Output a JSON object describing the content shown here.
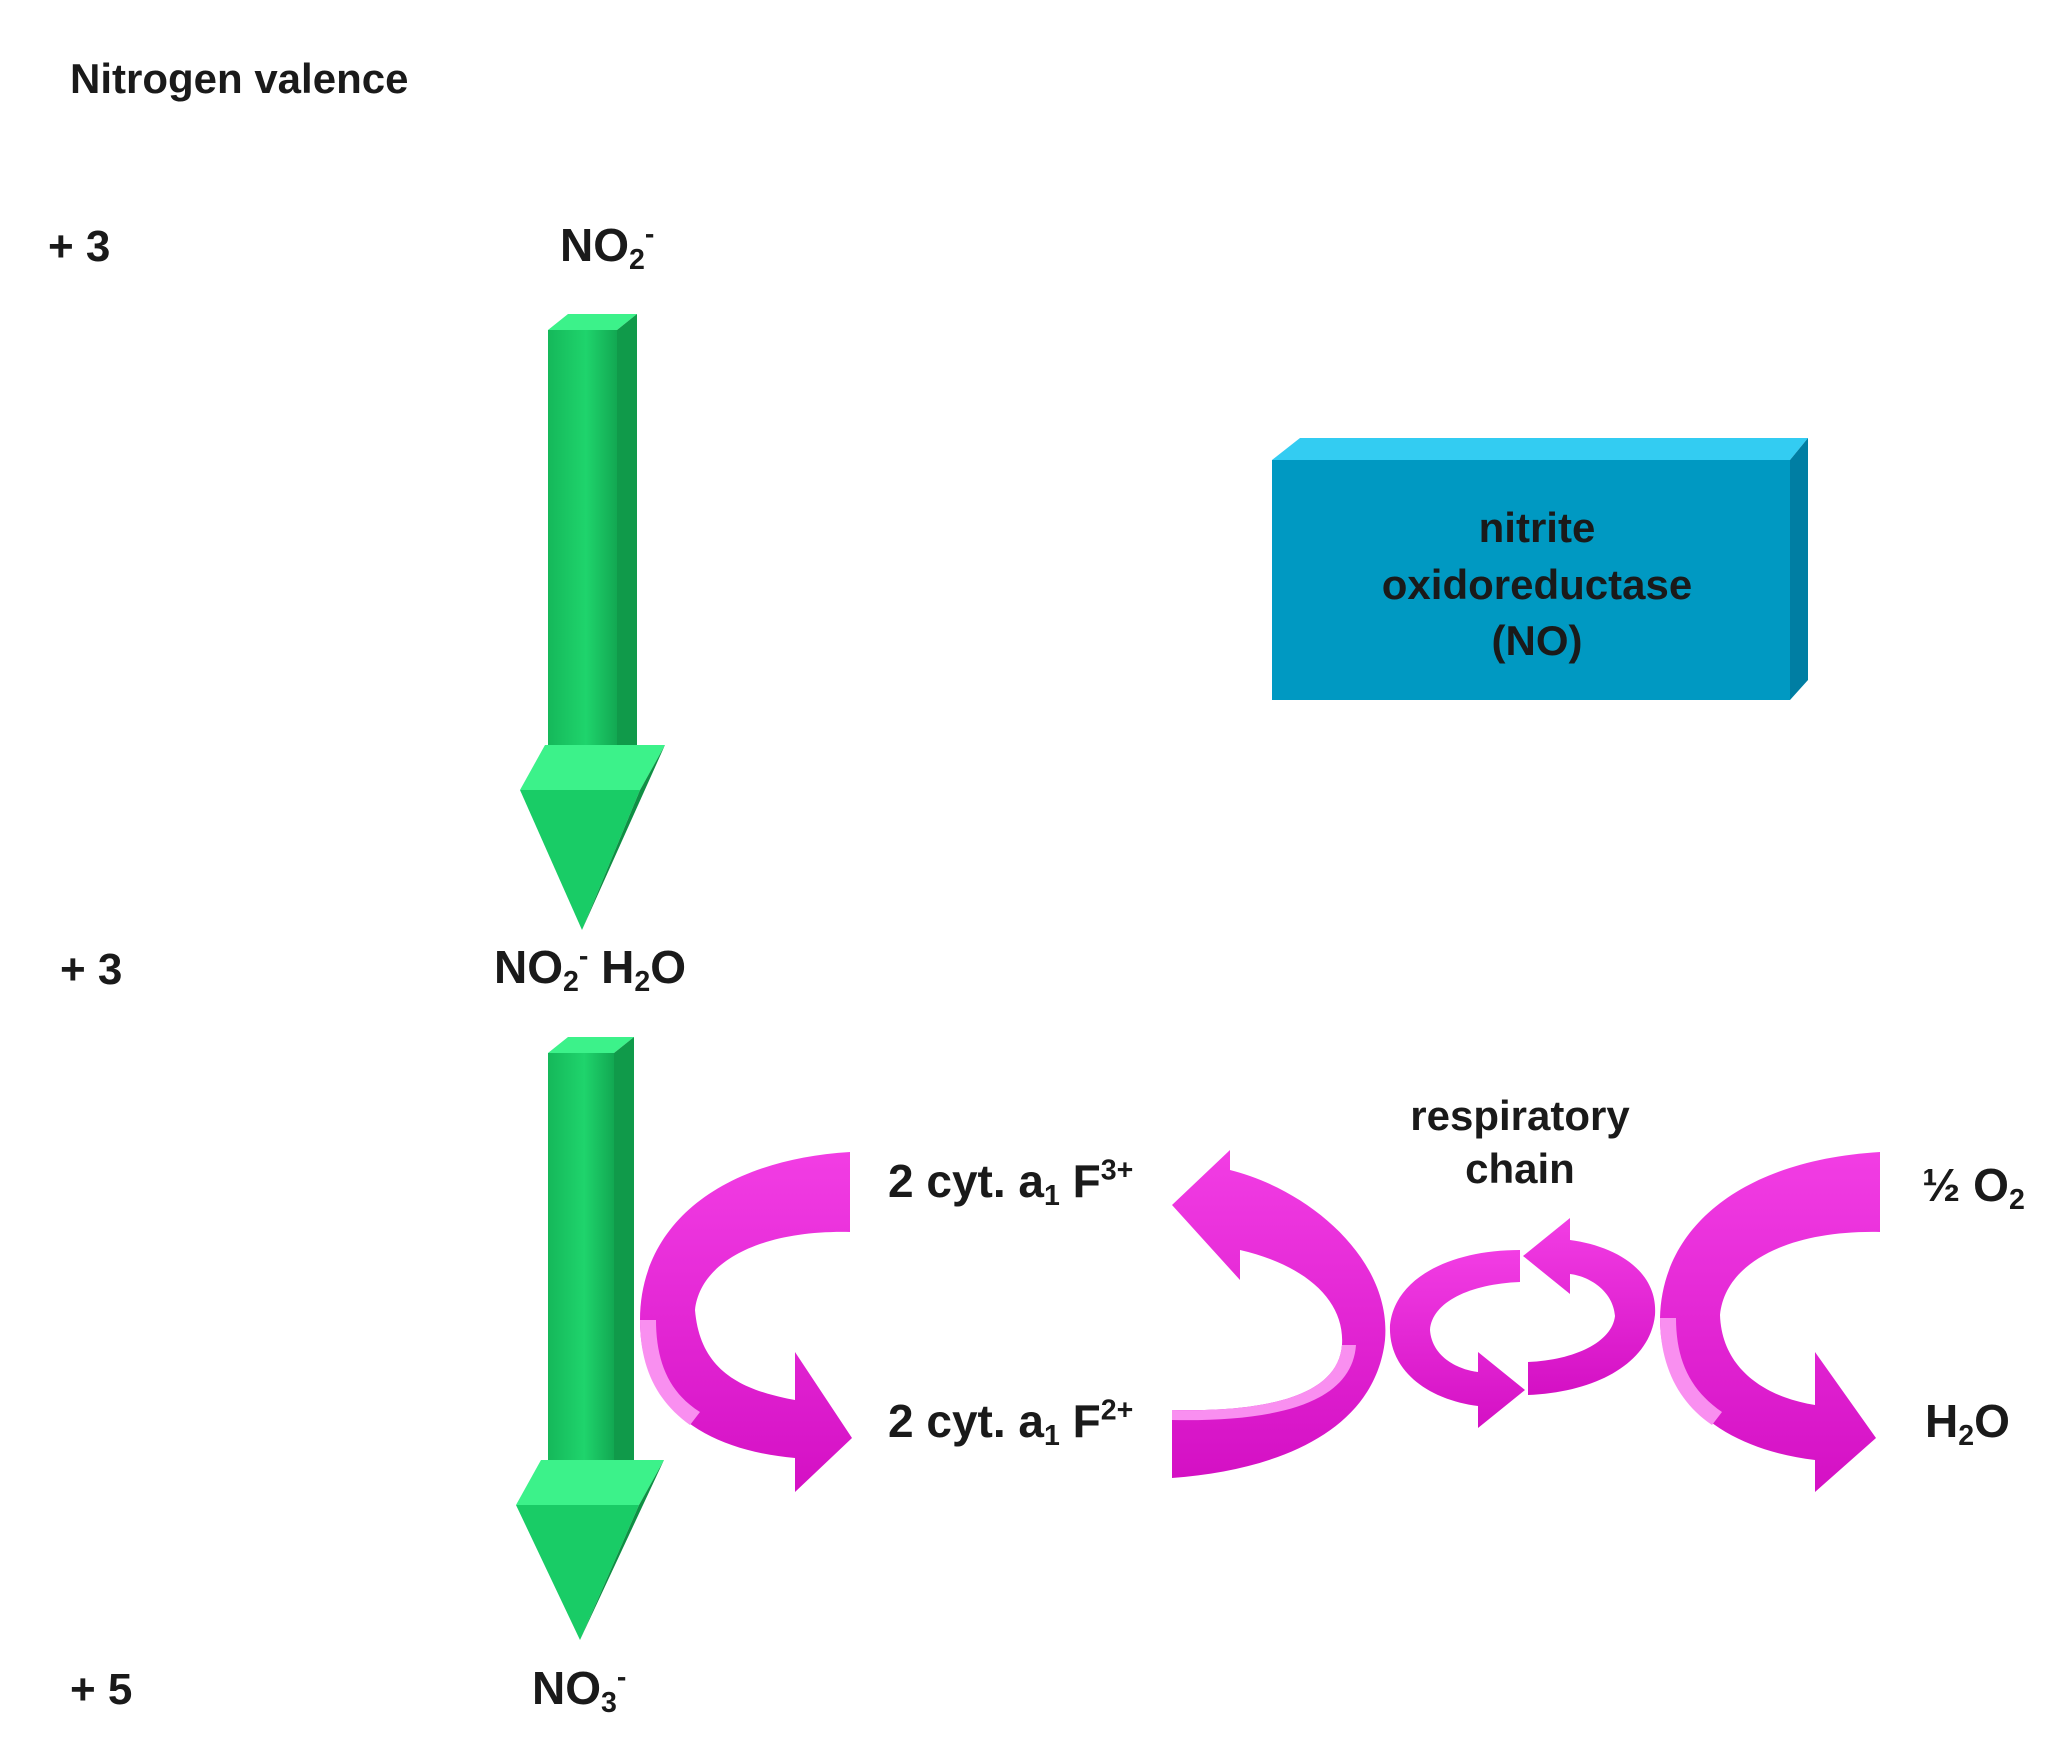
{
  "title": "Nitrogen valence",
  "valence_levels": [
    "+ 3",
    "+ 3",
    "+ 5"
  ],
  "species": {
    "nitrite": {
      "main": "NO",
      "sub": "2",
      "sup": "-"
    },
    "nitrite_hydrate": {
      "main": "NO",
      "sub": "2",
      "sup": "-",
      "tail_main": "H",
      "tail_sub": "2",
      "tail_end": "O"
    },
    "nitrate": {
      "main": "NO",
      "sub": "3",
      "sup": "-"
    }
  },
  "enzyme": {
    "line1": "nitrite",
    "line2": "oxidoreductase",
    "line3": "(NO)"
  },
  "cytochrome": {
    "oxidized": {
      "prefix": "2 cyt. a",
      "sub": "1",
      "mid": " F",
      "sup": "3+"
    },
    "reduced": {
      "prefix": "2 cyt. a",
      "sub": "1",
      "mid": " F",
      "sup": "2+"
    }
  },
  "respiratory_chain": {
    "line1": "respiratory",
    "line2": "chain"
  },
  "oxygen": {
    "main": "½ O",
    "sub": "2"
  },
  "water": {
    "main": "H",
    "sub": "2",
    "end": "O"
  },
  "colors": {
    "arrow_green": "#19cc66",
    "arrow_green_light": "#3cf28a",
    "enzyme_blue": "#0099c2",
    "enzyme_top": "#33ccf2",
    "cycle_magenta": "#e61ad6"
  }
}
